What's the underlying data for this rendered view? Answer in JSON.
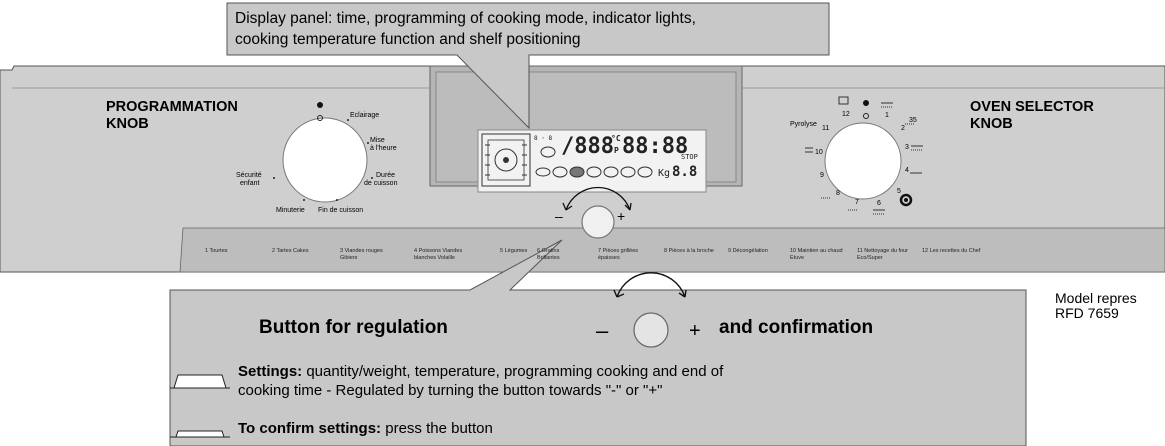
{
  "display_callout": {
    "line1": "Display panel: time, programming of cooking mode, indicator lights,",
    "line2": "cooking temperature function and shelf positioning"
  },
  "programmation_knob": {
    "title_line1": "PROGRAMMATION",
    "title_line2": "KNOB",
    "labels": {
      "eclairage": "Eclairage",
      "mise_heure_1": "Mise",
      "mise_heure_2": "à l'heure",
      "securite_1": "Sécurité",
      "securite_2": "enfant",
      "duree_1": "Durée",
      "duree_2": "de cuisson",
      "minuterie": "Minuterie",
      "fin_cuisson": "Fin de cuisson"
    }
  },
  "oven_selector_knob": {
    "title_line1": "OVEN SELECTOR",
    "title_line2": "KNOB",
    "labels": {
      "pyrolyse": "Pyrolyse",
      "n12": "12",
      "n11": "11",
      "n10": "10",
      "n9": "9",
      "n8": "8",
      "n7": "7",
      "n6": "6",
      "n5": "5",
      "n4": "4",
      "n3": "3",
      "n2": "2",
      "n1": "1",
      "n35": "35"
    }
  },
  "lcd": {
    "digits_left": "/888",
    "unit_c": "°C",
    "unit_p": "P",
    "digits_time": "88:88",
    "stop": "STOP",
    "kg": "Kg",
    "digits_weight": "8.8",
    "small": "8 ◦ 8"
  },
  "button": {
    "minus": "–",
    "plus": "+"
  },
  "programs": [
    "1 Tourtes",
    "2 Tartes Cakes",
    "3 Viandes rouges Gibiers",
    "4 Poissons Viandes blanches Volaille",
    "5 Légumes",
    "6 Gratins Brillantes",
    "7 Pièces grillées épaisses",
    "8 Pièces à la broche",
    "9 Décongélation",
    "10 Maintien au chaud Etuve",
    "11 Nettoyage du four Eco/Super",
    "12 Les recettes du Chef"
  ],
  "button_callout": {
    "title_left": "Button for regulation",
    "minus": "–",
    "plus": "+",
    "title_right": "and confirmation",
    "settings_label": "Settings:",
    "settings_text1": " quantity/weight, temperature, programming cooking and end of",
    "settings_text2": "cooking time - Regulated by turning the button towards \"-\" or \"+\"",
    "confirm_label": "To confirm settings:",
    "confirm_text": " press the button"
  },
  "model_note": {
    "line1": "Model repres",
    "line2": "RFD 7659"
  }
}
